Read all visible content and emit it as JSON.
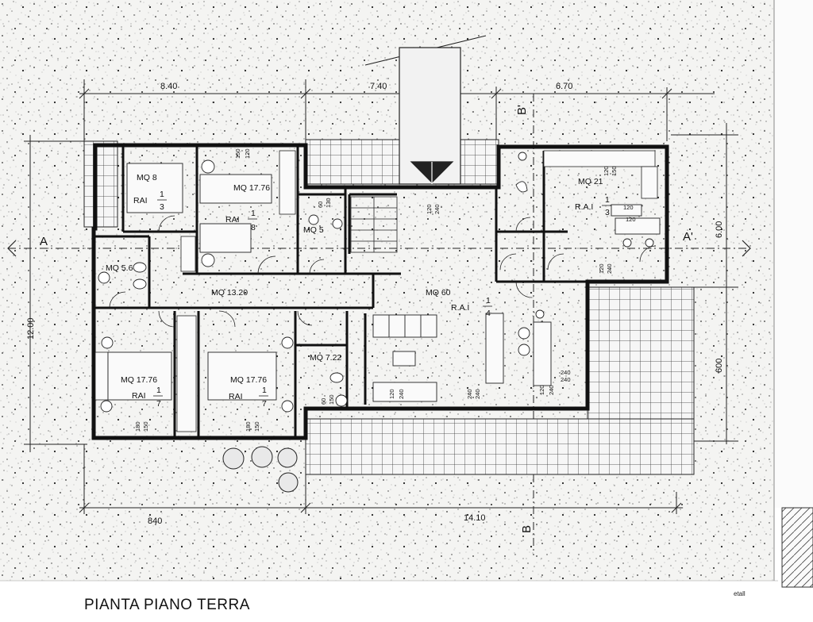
{
  "title": "PIANTA PIANO TERRA",
  "stamp": "etall",
  "dimensions": {
    "top_left": "8.40",
    "top_middle": "7.40",
    "top_right": "6.70",
    "bottom_left": "840",
    "bottom_right": "14.10",
    "left_height": "12.00",
    "right_upper": "6.00",
    "right_lower": "600"
  },
  "section_marks": {
    "a_left": "A",
    "a_right": "A'",
    "b_top": "B'",
    "b_bottom": "B"
  },
  "rooms": [
    {
      "id": "r1",
      "area": "MQ 8",
      "ratio_label": "RAI",
      "ratio_num": "1",
      "ratio_den": "3"
    },
    {
      "id": "r2",
      "area": "MQ 17.76",
      "ratio_label": "RAI",
      "ratio_num": "1",
      "ratio_den": "8"
    },
    {
      "id": "r3",
      "area": "MQ 5",
      "ratio_label": "",
      "ratio_num": "",
      "ratio_den": ""
    },
    {
      "id": "r4",
      "area": "MQ 5.6",
      "ratio_label": "",
      "ratio_num": "",
      "ratio_den": ""
    },
    {
      "id": "r5",
      "area": "MQ 13.20",
      "ratio_label": "",
      "ratio_num": "",
      "ratio_den": ""
    },
    {
      "id": "r6",
      "area": "MQ 60",
      "ratio_label": "R.A.I",
      "ratio_num": "1",
      "ratio_den": "4"
    },
    {
      "id": "r7",
      "area": "MQ 21",
      "ratio_label": "R.A.I",
      "ratio_num": "1",
      "ratio_den": "3"
    },
    {
      "id": "r8",
      "area": "MQ 17.76",
      "ratio_label": "RAI",
      "ratio_num": "1",
      "ratio_den": "7"
    },
    {
      "id": "r9",
      "area": "MQ 17.76",
      "ratio_label": "RAI",
      "ratio_num": "1",
      "ratio_den": "7"
    },
    {
      "id": "r10",
      "area": "MQ 7.22",
      "ratio_label": "",
      "ratio_num": "",
      "ratio_den": ""
    }
  ],
  "openings": {
    "o1": "150",
    "o1b": "120",
    "o2": "60",
    "o2b": "130",
    "o3": "120",
    "o3b": "240",
    "o4": "120",
    "o4b": "150",
    "o5": "120",
    "o5b": "240",
    "o6": "120",
    "o6b": "240",
    "o7": "240",
    "o7b": "240",
    "o8": "120",
    "o8b": "240",
    "o9": "240",
    "o9b": "240",
    "o10": "180",
    "o10b": "150",
    "o11": "180",
    "o11b": "150",
    "o12": "60",
    "o12b": "150",
    "o13": "120",
    "o13b": "120"
  }
}
